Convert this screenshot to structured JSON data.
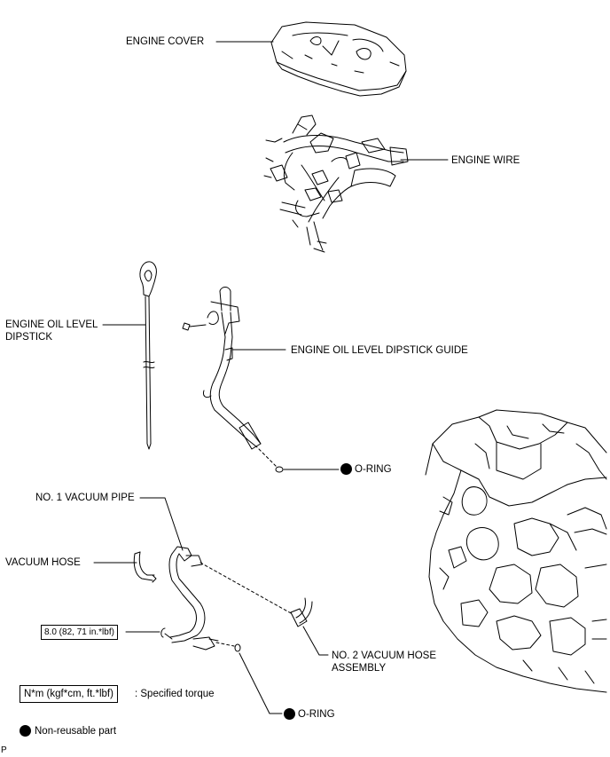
{
  "labels": {
    "engine_cover": "ENGINE COVER",
    "engine_wire": "ENGINE WIRE",
    "dipstick": "ENGINE OIL LEVEL\nDIPSTICK",
    "dipstick_guide": "ENGINE OIL LEVEL DIPSTICK GUIDE",
    "oring_upper": "O-RING",
    "vacuum_pipe": "NO. 1 VACUUM PIPE",
    "vacuum_hose": "VACUUM HOSE",
    "no2_vacuum_hose": "NO. 2 VACUUM HOSE\nASSEMBLY",
    "oring_lower": "O-RING"
  },
  "torque": {
    "value": "8.0 (82, 71 in.*lbf)"
  },
  "legend": {
    "torque_units": "N*m (kgf*cm, ft.*lbf)",
    "torque_desc": ": Specified torque",
    "nonreusable": "Non-reusable part"
  },
  "figure_code": "P"
}
